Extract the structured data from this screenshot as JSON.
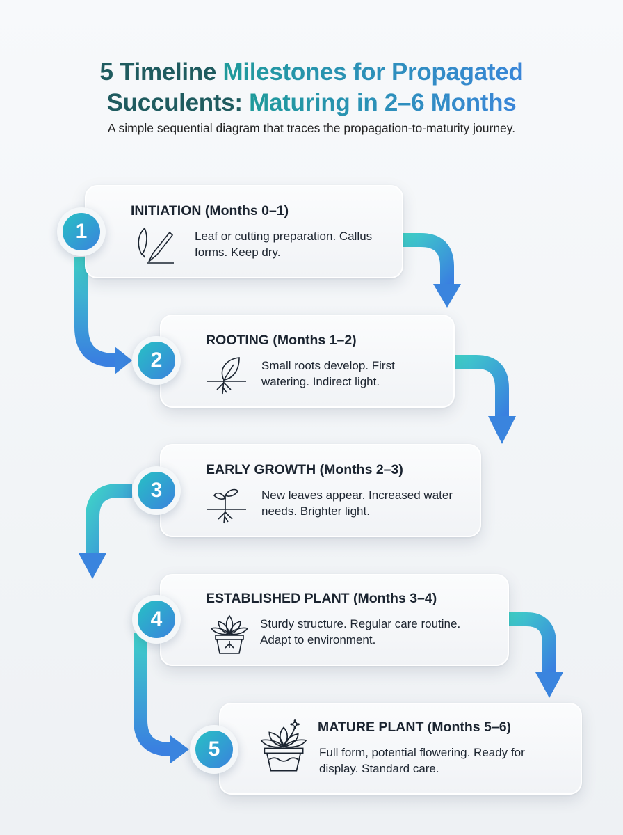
{
  "title": {
    "line1_a": "5 Timeline ",
    "line1_b": "Milestones for Propagated",
    "line2_a": "Succulents: ",
    "line2_b": "Maturing in 2–6 Months"
  },
  "subtitle": "A simple sequential diagram that traces the propagation-to-maturity journey.",
  "colors": {
    "accent_start": "#27c1c4",
    "accent_end": "#3a82dd",
    "title_dark": "#1f5b5f"
  },
  "steps": [
    {
      "number": "1",
      "title": "INITIATION (Months 0–1)",
      "desc": "Leaf or cutting preparation. Callus forms. Keep dry.",
      "icon": "leaf-knife-icon"
    },
    {
      "number": "2",
      "title": "ROOTING (Months 1–2)",
      "desc": "Small roots develop. First watering. Indirect light.",
      "icon": "rooting-leaf-icon"
    },
    {
      "number": "3",
      "title": "EARLY GROWTH (Months 2–3)",
      "desc": "New leaves appear. Increased water needs. Brighter light.",
      "icon": "sprout-icon"
    },
    {
      "number": "4",
      "title": "ESTABLISHED PLANT (Months 3–4)",
      "desc": "Sturdy structure. Regular care routine. Adapt to environment.",
      "icon": "potted-succulent-icon"
    },
    {
      "number": "5",
      "title": "MATURE PLANT (Months 5–6)",
      "desc": "Full form, potential flowering. Ready for display. Standard care.",
      "icon": "flowering-succulent-icon"
    }
  ]
}
